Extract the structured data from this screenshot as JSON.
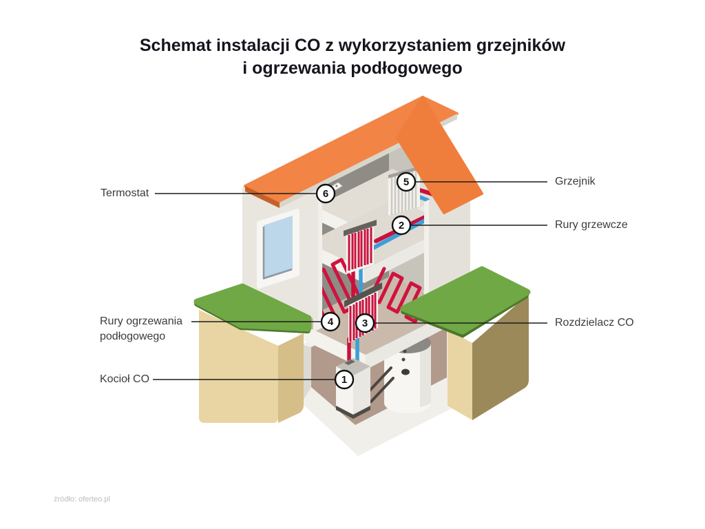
{
  "title": {
    "line1": "Schemat instalacji CO z wykorzystaniem grzejników",
    "line2": "i ogrzewania podłogowego"
  },
  "source": "źródło: oferteo.pl",
  "callouts": {
    "kociol": {
      "number": "1",
      "label": "Kocioł CO"
    },
    "rury_grzewcze": {
      "number": "2",
      "label": "Rury grzewcze"
    },
    "rozdzielacz": {
      "number": "3",
      "label": "Rozdzielacz CO"
    },
    "rury_podlogowe": {
      "number": "4",
      "label_line1": "Rury ogrzewania",
      "label_line2": "podłogowego"
    },
    "grzejnik": {
      "number": "5",
      "label": "Grzejnik"
    },
    "termostat": {
      "number": "6",
      "label": "Termostat"
    }
  },
  "colors": {
    "roof": "#F28445",
    "roof_right": "#EF7E3C",
    "roof_eave": "#C4612A",
    "grass": "#6FA844",
    "grass_edge": "#4C772A",
    "soil_light": "#E8D5A3",
    "soil_side": "#D5BE87",
    "soil_brown": "#9C8959",
    "pipe_hot": "#C8113C",
    "pipe_cold": "#3D9FD8",
    "coil_red": "#D0123F",
    "basement_floor": "#B19A8B",
    "wall_interior_dark": "#8E8C85",
    "wall_interior_light": "#C7C4BC",
    "wall_exterior": "#E9E6DF"
  }
}
